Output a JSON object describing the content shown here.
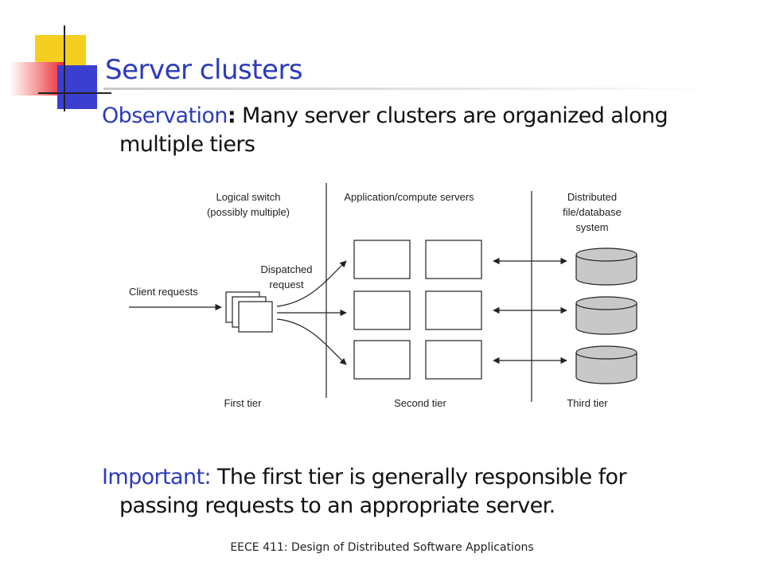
{
  "slide": {
    "title": "Server clusters",
    "bullet1": {
      "lead": "Observation",
      "separator": ":",
      "text_line1": " Many server clusters are organized along",
      "text_line2": "multiple tiers"
    },
    "bullet2": {
      "lead": "Important:",
      "text_line1": " The first tier is generally responsible for",
      "text_line2": "passing requests to an appropriate server."
    },
    "footer": "EECE 411: Design of Distributed Software Applications"
  },
  "figure": {
    "labels": {
      "logical_switch_line1": "Logical switch",
      "logical_switch_line2": "(possibly multiple)",
      "app_servers": "Application/compute servers",
      "distributed_line1": "Distributed",
      "distributed_line2": "file/database",
      "distributed_line3": "system",
      "dispatched_line1": "Dispatched",
      "dispatched_line2": "request",
      "client_requests": "Client requests",
      "first_tier": "First tier",
      "second_tier": "Second tier",
      "third_tier": "Third tier"
    }
  },
  "colors": {
    "title": "#2b3bbd",
    "accent_yellow": "#f4cf1f",
    "accent_blue": "#3b3fd0",
    "accent_red": "#e8262c",
    "cylinder_fill": "#c8c8c8"
  }
}
